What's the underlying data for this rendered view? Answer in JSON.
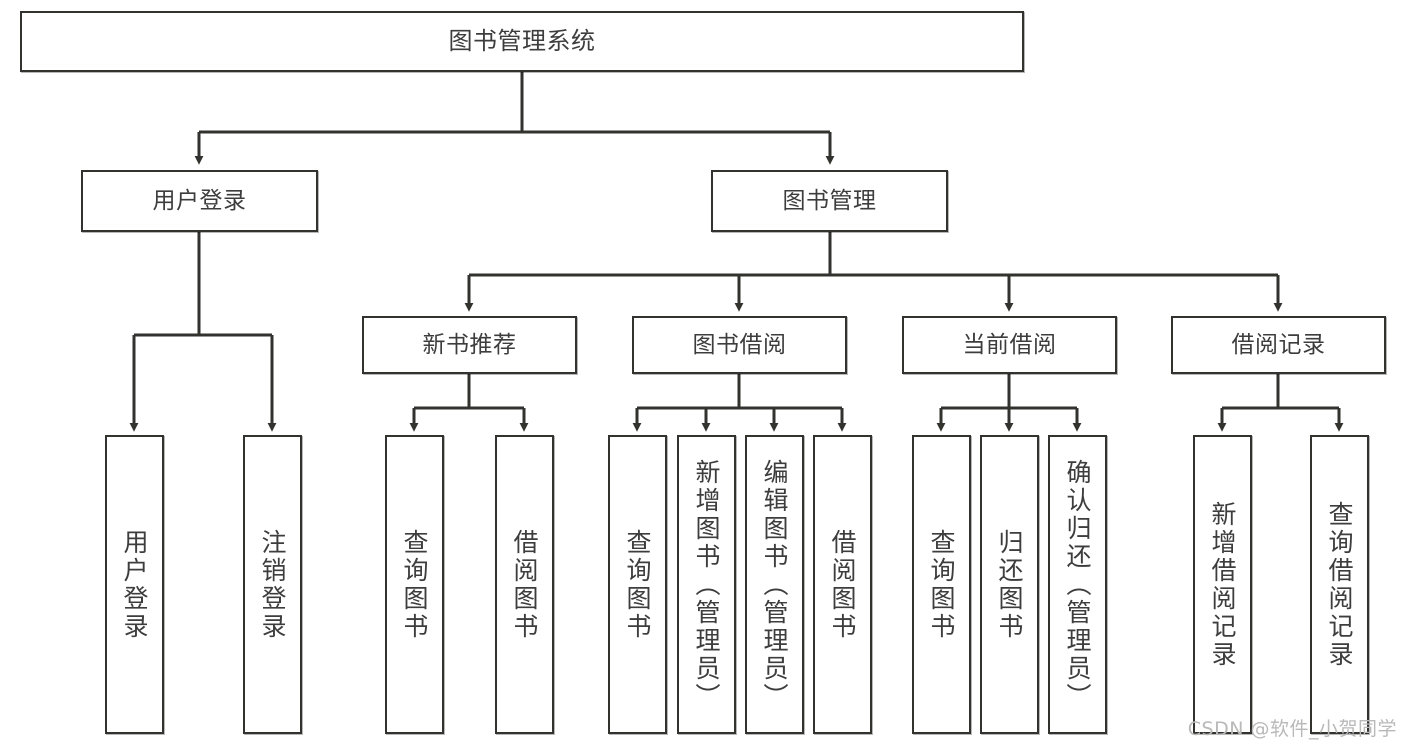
{
  "diagram": {
    "title": "图书管理系统",
    "type": "tree-hierarchy",
    "orientation": "top-down",
    "watermark": "CSDN @软件_小贺同学",
    "style": {
      "box_fill": "#ffffff",
      "box_stroke": "#32322f",
      "text_color": "#3d3d3d",
      "edge_color": "#32322f",
      "background": "#ffffff"
    },
    "levels": {
      "level1": [
        "图书管理系统"
      ],
      "level2": [
        "用户登录",
        "图书管理"
      ],
      "level3": [
        "新书推荐",
        "图书借阅",
        "当前借阅",
        "借阅记录"
      ],
      "level4": [
        "用户登录",
        "注销登录",
        "查询图书",
        "借阅图书",
        "查询图书",
        "新增图书（管理员）",
        "编辑图书（管理员）",
        "借阅图书",
        "查询图书",
        "归还图书",
        "确认归还（管理员）",
        "新增借阅记录",
        "查询借阅记录"
      ]
    },
    "nodes": {
      "root": {
        "label": "图书管理系统"
      },
      "user_login": {
        "label": "用户登录"
      },
      "book_manage": {
        "label": "图书管理"
      },
      "new_book_rec": {
        "label": "新书推荐"
      },
      "book_borrow": {
        "label": "图书借阅"
      },
      "current_borrow": {
        "label": "当前借阅"
      },
      "borrow_record": {
        "label": "借阅记录"
      },
      "leaf_user_login": {
        "label": "用户登录"
      },
      "leaf_logout": {
        "label": "注销登录"
      },
      "leaf_query_book_1": {
        "label": "查询图书"
      },
      "leaf_borrow_book_1": {
        "label": "借阅图书"
      },
      "leaf_query_book_2": {
        "label": "查询图书"
      },
      "leaf_add_book": {
        "label": "新增图书（管理员）"
      },
      "leaf_edit_book": {
        "label": "编辑图书（管理员）"
      },
      "leaf_borrow_book_2": {
        "label": "借阅图书"
      },
      "leaf_query_book_3": {
        "label": "查询图书"
      },
      "leaf_return_book": {
        "label": "归还图书"
      },
      "leaf_confirm_return": {
        "label": "确认归还（管理员）"
      },
      "leaf_add_record": {
        "label": "新增借阅记录"
      },
      "leaf_query_record": {
        "label": "查询借阅记录"
      }
    }
  }
}
